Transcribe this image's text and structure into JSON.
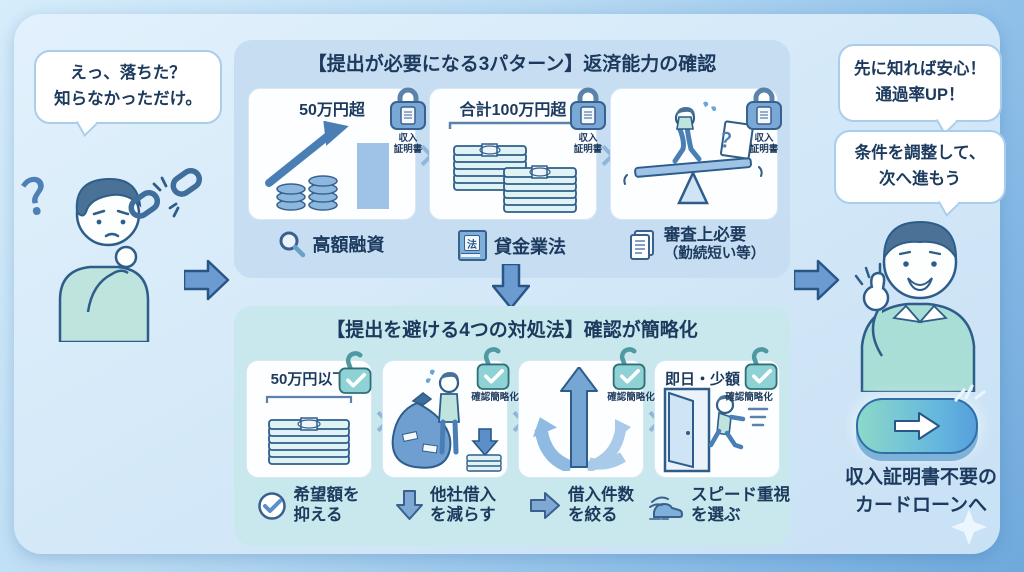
{
  "colors": {
    "page_bg_start": "#d6edfb",
    "page_bg_end": "#6fa9dc",
    "card_bg": "#d3e8f8",
    "panel_top_bg": "#c7def2",
    "panel_bottom_bg": "#c9e8ed",
    "text_dark": "#1c3a5e",
    "flow_arrow_blue": "#6b9bd0",
    "lock_closed_blue": "#7aa8d6",
    "lock_open_teal": "#8fd2d6",
    "button_gradient_start": "#8bd9c9",
    "button_gradient_end": "#579fdc"
  },
  "left_section": {
    "question_mark": "？",
    "speech_bubble": {
      "line1": "えっ、落ちた？",
      "line2": "知らなかっただけ。"
    }
  },
  "top_panel": {
    "title": "【提出が必要になる3パターン】返済能力の確認",
    "lock_label": {
      "line1": "収入",
      "line2": "証明書"
    },
    "boxes": [
      {
        "heading": "50万円超",
        "caption": "高額融資"
      },
      {
        "heading": "合計100万円超",
        "caption": "貸金業法",
        "icon_label": "法"
      },
      {
        "paper_mark": "？",
        "caption_line1": "審査上必要",
        "caption_line2": "（勤続短い等）"
      }
    ]
  },
  "bottom_panel": {
    "title": "【提出を避ける4つの対処法】確認が簡略化",
    "lock_label": "確認簡略化",
    "boxes": [
      {
        "heading": "50万円以下",
        "caption_line1": "希望額を",
        "caption_line2": "抑える"
      },
      {
        "caption_line1": "他社借入",
        "caption_line2": "を減らす"
      },
      {
        "caption_line1": "借入件数",
        "caption_line2": "を絞る"
      },
      {
        "heading": "即日・少額",
        "caption_line1": "スピード重視",
        "caption_line2": "を選ぶ"
      }
    ]
  },
  "right_section": {
    "bubble_top": {
      "line1": "先に知れば安心！",
      "line2": "通過率UP！"
    },
    "bubble_bottom": {
      "line1": "条件を調整して、",
      "line2": "次へ進もう"
    },
    "cta": {
      "line1": "収入証明書不要の",
      "line2": "カードローンへ"
    }
  }
}
